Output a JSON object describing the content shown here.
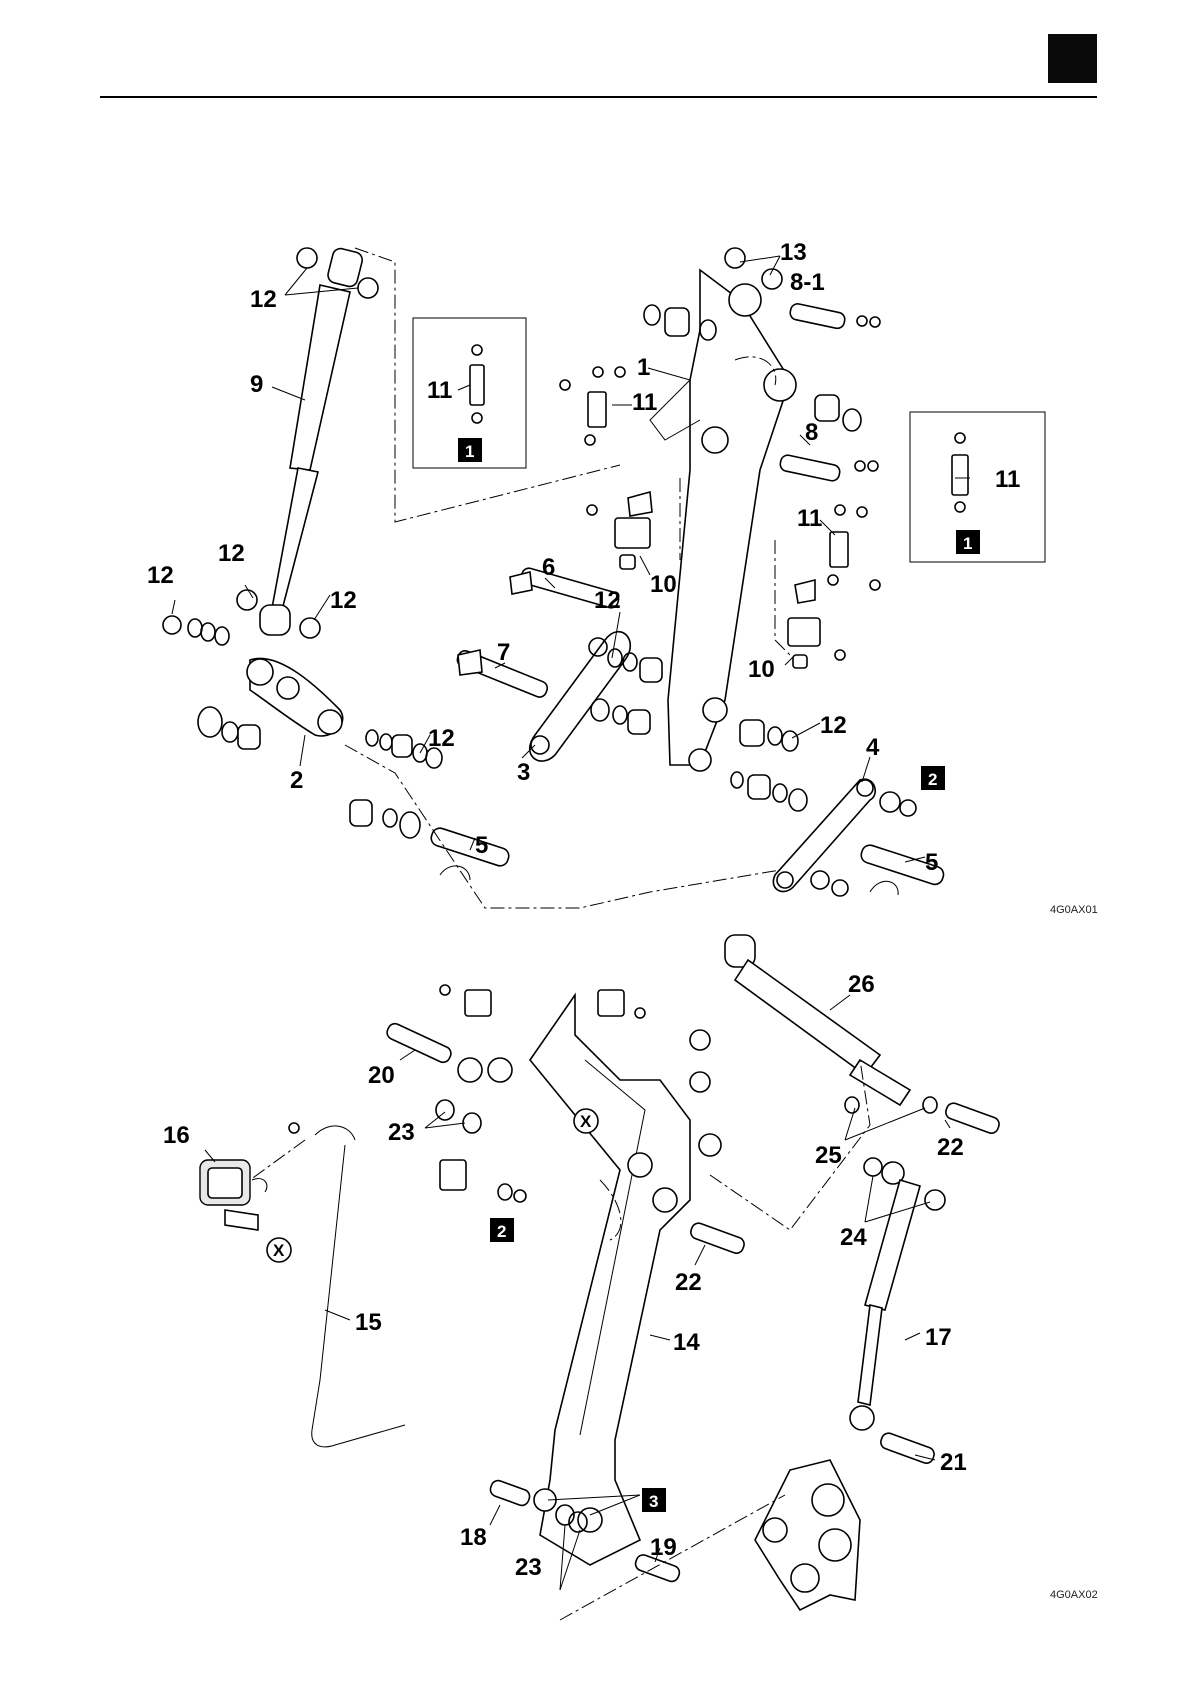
{
  "header": {
    "page_tab_color": "#0a0a0a"
  },
  "figure_top": {
    "id": "4G0AX01",
    "callouts": [
      {
        "key": "c13",
        "text": "13"
      },
      {
        "key": "c8_1",
        "text": "8-1"
      },
      {
        "key": "c12a",
        "text": "12"
      },
      {
        "key": "c9",
        "text": "9"
      },
      {
        "key": "c11a",
        "text": "11"
      },
      {
        "key": "c11b",
        "text": "11"
      },
      {
        "key": "c1",
        "text": "1"
      },
      {
        "key": "c8",
        "text": "8"
      },
      {
        "key": "c11c",
        "text": "11"
      },
      {
        "key": "c11d",
        "text": "11"
      },
      {
        "key": "c12b",
        "text": "12"
      },
      {
        "key": "c12c",
        "text": "12"
      },
      {
        "key": "c12d",
        "text": "12"
      },
      {
        "key": "c6",
        "text": "6"
      },
      {
        "key": "c10a",
        "text": "10"
      },
      {
        "key": "c12e",
        "text": "12"
      },
      {
        "key": "c7",
        "text": "7"
      },
      {
        "key": "c10b",
        "text": "10"
      },
      {
        "key": "c12f",
        "text": "12"
      },
      {
        "key": "c12g",
        "text": "12"
      },
      {
        "key": "c2",
        "text": "2"
      },
      {
        "key": "c3",
        "text": "3"
      },
      {
        "key": "c4",
        "text": "4"
      },
      {
        "key": "c5a",
        "text": "5"
      },
      {
        "key": "c5b",
        "text": "5"
      }
    ],
    "boxed": [
      {
        "key": "b1a",
        "text": "1"
      },
      {
        "key": "b1b",
        "text": "1"
      },
      {
        "key": "b2",
        "text": "2"
      }
    ]
  },
  "figure_bottom": {
    "id": "4G0AX02",
    "callouts": [
      {
        "key": "c26",
        "text": "26"
      },
      {
        "key": "c20",
        "text": "20"
      },
      {
        "key": "c16",
        "text": "16"
      },
      {
        "key": "c23a",
        "text": "23"
      },
      {
        "key": "c25",
        "text": "25"
      },
      {
        "key": "c22a",
        "text": "22"
      },
      {
        "key": "c24",
        "text": "24"
      },
      {
        "key": "c22b",
        "text": "22"
      },
      {
        "key": "c15",
        "text": "15"
      },
      {
        "key": "c14",
        "text": "14"
      },
      {
        "key": "c17",
        "text": "17"
      },
      {
        "key": "c21",
        "text": "21"
      },
      {
        "key": "c18",
        "text": "18"
      },
      {
        "key": "c23b",
        "text": "23"
      },
      {
        "key": "c19",
        "text": "19"
      }
    ],
    "boxed": [
      {
        "key": "b2",
        "text": "2"
      },
      {
        "key": "b3",
        "text": "3"
      }
    ],
    "circled": [
      {
        "key": "x1",
        "text": "X"
      },
      {
        "key": "x2",
        "text": "X"
      }
    ]
  }
}
